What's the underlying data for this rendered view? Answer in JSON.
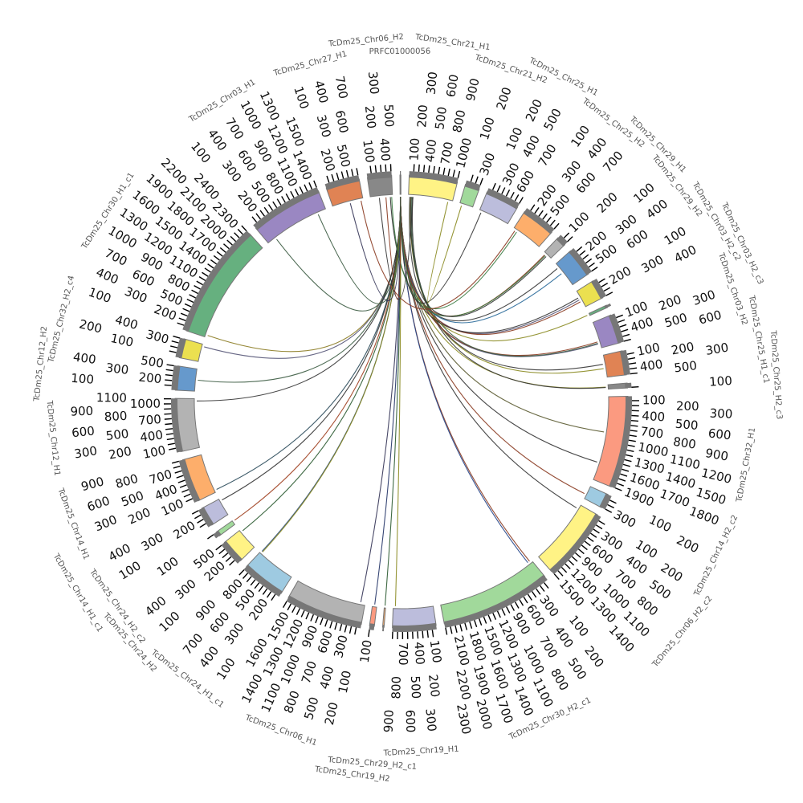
{
  "diagram": {
    "type": "circos",
    "tick_step": 100,
    "link_hub_segments": [
      0,
      1,
      30,
      31
    ],
    "segments": [
      {
        "name": "PRFC01000056",
        "size": 20,
        "color": "#888888"
      },
      {
        "name": "TcDm25_Chr21_H1",
        "size": 1000,
        "color": "#fff385"
      },
      {
        "name": "TcDm25_Chr21_H2",
        "size": 300,
        "color": "#a1d99b"
      },
      {
        "name": "TcDm25_Chr25_H1",
        "size": 700,
        "color": "#bcbddc"
      },
      {
        "name": "TcDm25_Chr25_H2",
        "size": 700,
        "color": "#fdae6b"
      },
      {
        "name": "TcDm25_Chr29_H1",
        "size": 200,
        "color": "#b3b3b3"
      },
      {
        "name": "TcDm25_Chr29_H2",
        "size": 600,
        "color": "#6699cc"
      },
      {
        "name": "TcDm25_Chr03_H2_c2",
        "size": 400,
        "color": "#ebe050"
      },
      {
        "name": "TcDm25_Chr03_H2_c3",
        "size": 50,
        "color": "#66b07f"
      },
      {
        "name": "TcDm25_Chr03_H2",
        "size": 600,
        "color": "#9a87c2"
      },
      {
        "name": "TcDm25_Chr25_H1_c1",
        "size": 500,
        "color": "#e08354"
      },
      {
        "name": "TcDm25_Chr25_H2_c3",
        "size": 100,
        "color": "#888888"
      },
      {
        "name": "TcDm25_Chr32_H1",
        "size": 1900,
        "color": "#fb9a80"
      },
      {
        "name": "TcDm25_Chr14_H2_c2",
        "size": 300,
        "color": "#9ecae1"
      },
      {
        "name": "TcDm25_Chr06_H2_c2",
        "size": 1500,
        "color": "#fff385"
      },
      {
        "name": "TcDm25_Chr30_H2_c1",
        "size": 2300,
        "color": "#a1d99b"
      },
      {
        "name": "TcDm25_Chr19_H1",
        "size": 900,
        "color": "#bcbddc"
      },
      {
        "name": "TcDm25_Chr29_H2_c1",
        "size": 30,
        "color": "#fdae6b"
      },
      {
        "name": "TcDm25_Chr19_H2",
        "size": 100,
        "color": "#fb9a80"
      },
      {
        "name": "TcDm25_Chr06_H1",
        "size": 1600,
        "color": "#b3b3b3"
      },
      {
        "name": "TcDm25_Chr24_H1_c1",
        "size": 900,
        "color": "#9ecae1"
      },
      {
        "name": "TcDm25_Chr24_H2",
        "size": 500,
        "color": "#fff385"
      },
      {
        "name": "TcDm25_Chr24_H2_c2",
        "size": 100,
        "color": "#a1d99b"
      },
      {
        "name": "TcDm25_Chr14_H1_c1",
        "size": 400,
        "color": "#bcbddc"
      },
      {
        "name": "TcDm25_Chr14_H1",
        "size": 900,
        "color": "#fdae6b"
      },
      {
        "name": "TcDm25_Chr12_H1",
        "size": 1100,
        "color": "#b3b3b3"
      },
      {
        "name": "TcDm25_Chr12_H2",
        "size": 500,
        "color": "#6699cc"
      },
      {
        "name": "TcDm25_Chr32_H2_c4",
        "size": 400,
        "color": "#ebe050"
      },
      {
        "name": "TcDm25_Chr30_H1_c1",
        "size": 2400,
        "color": "#66b07f"
      },
      {
        "name": "TcDm25_Chr03_H1",
        "size": 1500,
        "color": "#9a87c2"
      },
      {
        "name": "TcDm25_Chr27_H1",
        "size": 700,
        "color": "#e08354"
      },
      {
        "name": "TcDm25_Chr06_H2",
        "size": 500,
        "color": "#888888"
      }
    ],
    "links": [
      [
        0,
        10,
        29,
        200,
        "#3a5a40"
      ],
      [
        0,
        10,
        28,
        50,
        "#8a7a20"
      ],
      [
        0,
        10,
        27,
        350,
        "#555577"
      ],
      [
        0,
        10,
        26,
        250,
        "#3a5a40"
      ],
      [
        0,
        10,
        25,
        1050,
        "#333333"
      ],
      [
        0,
        10,
        24,
        50,
        "#2a4a5a"
      ],
      [
        0,
        10,
        23,
        350,
        "#333333"
      ],
      [
        0,
        10,
        22,
        80,
        "#a04020"
      ],
      [
        0,
        10,
        21,
        450,
        "#2a5a30"
      ],
      [
        0,
        10,
        20,
        880,
        "#2a4a7a"
      ],
      [
        0,
        10,
        20,
        860,
        "#8a8a20"
      ],
      [
        0,
        10,
        19,
        100,
        "#333355"
      ],
      [
        0,
        10,
        18,
        50,
        "#223366"
      ],
      [
        0,
        10,
        17,
        15,
        "#2a5a30"
      ],
      [
        0,
        10,
        16,
        850,
        "#8a8a20"
      ],
      [
        0,
        10,
        15,
        50,
        "#8a3a20"
      ],
      [
        0,
        10,
        15,
        100,
        "#224488"
      ],
      [
        0,
        10,
        14,
        100,
        "#333333"
      ],
      [
        0,
        10,
        13,
        200,
        "#8a3a20"
      ],
      [
        0,
        10,
        12,
        1500,
        "#333333"
      ],
      [
        0,
        10,
        12,
        800,
        "#5a5a30"
      ],
      [
        0,
        10,
        11,
        50,
        "#8a8a20"
      ],
      [
        1,
        100,
        11,
        60,
        "#333333"
      ],
      [
        1,
        50,
        10,
        300,
        "#8a8a20"
      ],
      [
        1,
        60,
        10,
        200,
        "#333333"
      ],
      [
        0,
        10,
        9,
        500,
        "#555577"
      ],
      [
        0,
        10,
        9,
        450,
        "#8a3a20"
      ],
      [
        1,
        80,
        9,
        480,
        "#3a5a40"
      ],
      [
        0,
        10,
        8,
        25,
        "#8a8a20"
      ],
      [
        0,
        10,
        7,
        200,
        "#555577"
      ],
      [
        0,
        10,
        7,
        250,
        "#8a3a20"
      ],
      [
        31,
        450,
        7,
        150,
        "#333333"
      ],
      [
        0,
        10,
        6,
        100,
        "#333333"
      ],
      [
        0,
        10,
        6,
        250,
        "#2a6a9a"
      ],
      [
        0,
        10,
        5,
        50,
        "#8a3a20"
      ],
      [
        31,
        480,
        5,
        70,
        "#3a7a40"
      ],
      [
        1,
        30,
        5,
        100,
        "#333333"
      ],
      [
        0,
        10,
        4,
        100,
        "#3a7a40"
      ],
      [
        0,
        10,
        3,
        50,
        "#333333"
      ],
      [
        30,
        650,
        4,
        50,
        "#8a3a20"
      ],
      [
        1,
        900,
        2,
        50,
        "#8a8a20"
      ],
      [
        31,
        200,
        1,
        100,
        "#333333"
      ],
      [
        30,
        400,
        0,
        5,
        "#333355"
      ],
      [
        31,
        350,
        0,
        10,
        "#8a3a20"
      ],
      [
        29,
        1300,
        0,
        10,
        "#3a5a40"
      ]
    ]
  }
}
